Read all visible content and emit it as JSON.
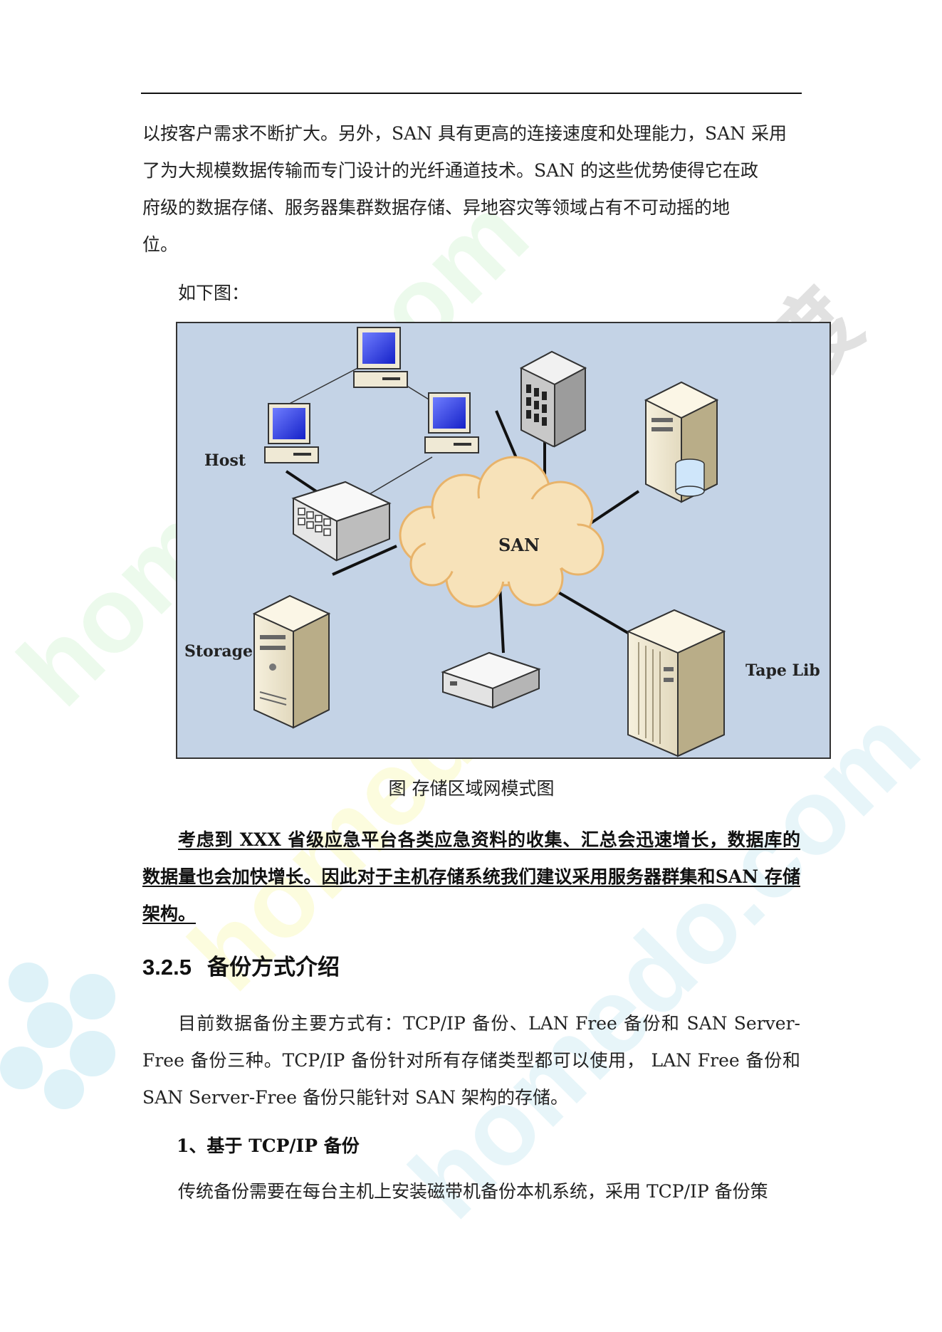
{
  "intro_lines": [
    "以按客户需求不断扩大。另外，SAN 具有更高的连接速度和处理能力，SAN 采用",
    "了为大规模数据传输而专门设计的光纤通道技术。SAN 的这些优势使得它在政",
    "府级的数据存储、服务器集群数据存储、异地容灾等领域占有不可动摇的地",
    "位。"
  ],
  "figure_intro": "如下图：",
  "diagram": {
    "label_host": "Host",
    "label_san": "SAN",
    "label_storage": "Storage",
    "label_tape": "Tape Lib",
    "colors": {
      "background": "#c4d3e6",
      "border": "#333333",
      "cloud": "#f7e2b9",
      "cloud_edge": "#e8b36a",
      "monitor_screen": "#2a3cf0",
      "case": "#ece3c8"
    }
  },
  "caption": "图  存储区域网模式图",
  "recommendation": "考虑到 XXX 省级应急平台各类应急资料的收集、汇总会迅速增长，数据库的数据量也会加快增长。因此对于主机存储系统我们建议采用服务器群集和SAN 存储架构。",
  "section": {
    "number": "3.2.5",
    "title": "备份方式介绍"
  },
  "section_para": "目前数据备份主要方式有：TCP/IP 备份、LAN Free 备份和 SAN Server-Free 备份三种。TCP/IP 备份针对所有存储类型都可以使用， LAN Free 备份和 SAN Server-Free 备份只能针对 SAN 架构的存储。",
  "subsection": "1、基于 TCP/IP 备份",
  "subsection_para": "传统备份需要在每台主机上安装磁带机备份本机系统，采用 TCP/IP 备份策",
  "watermark_text": "homedo.com 河姆渡"
}
